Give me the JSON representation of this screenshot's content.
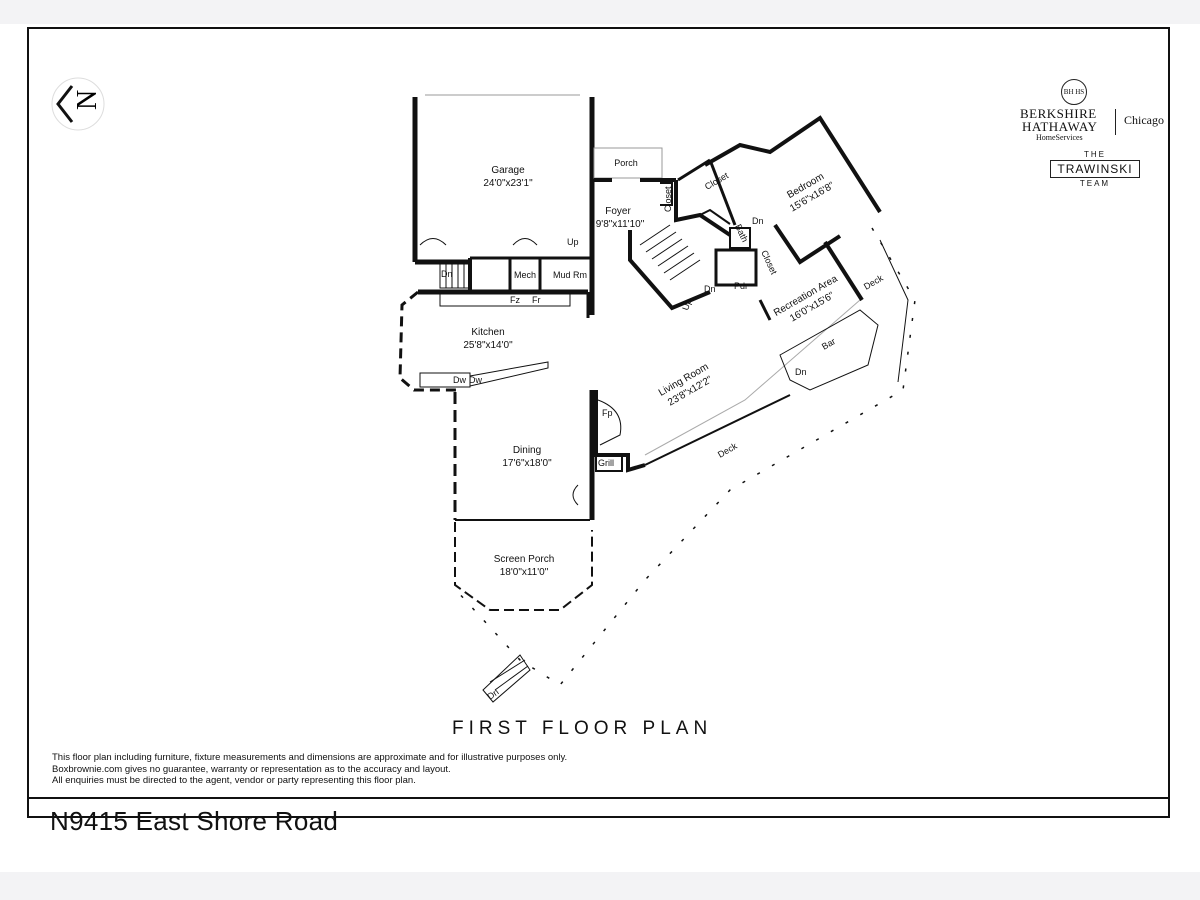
{
  "compass": {
    "letter": "N"
  },
  "brand": {
    "seal": "BH HS",
    "line1": "BERKSHIRE",
    "line2": "HATHAWAY",
    "sub": "HomeServices",
    "city": "Chicago",
    "team_the": "THE",
    "team_name": "TRAWINSKI",
    "team_word": "TEAM"
  },
  "rooms": {
    "garage": {
      "name": "Garage",
      "dims": "24'0\"x23'1\""
    },
    "foyer": {
      "name": "Foyer",
      "dims": "9'8\"x11'10\""
    },
    "porch": "Porch",
    "bedroom": {
      "name": "Bedroom",
      "dims": "15'6\"x16'8\""
    },
    "kitchen": {
      "name": "Kitchen",
      "dims": "25'8\"x14'0\""
    },
    "recreation": {
      "name": "Recreation Area",
      "dims": "16'0\"x15'6\""
    },
    "living": {
      "name": "Living Room",
      "dims": "23'8\"x12'2\""
    },
    "dining": {
      "name": "Dining",
      "dims": "17'6\"x18'0\""
    },
    "screen_porch": {
      "name": "Screen Porch",
      "dims": "18'0\"x11'0\""
    }
  },
  "small_labels": {
    "closet": "Closet",
    "closet2": "Closet",
    "closet3": "Closet",
    "bath": "Bath",
    "dn": "Dn",
    "up": "Up",
    "mech": "Mech",
    "mud_rm": "Mud Rm",
    "fz": "Fz",
    "fr": "Fr",
    "dw": "Dw",
    "pdr": "Pdr",
    "bar": "Bar",
    "fp": "Fp",
    "grill": "Grill",
    "deck": "Deck"
  },
  "plan_title": "FIRST FLOOR PLAN",
  "disclaimer": [
    "This floor plan including furniture, fixture measurements and dimensions are approximate and for illustrative purposes only.",
    "Boxbrownie.com gives no guarantee, warranty or representation as to the accuracy and layout.",
    "All enquiries must be directed to the agent, vendor or party representing this floor plan."
  ],
  "address": "N9415 East Shore Road"
}
